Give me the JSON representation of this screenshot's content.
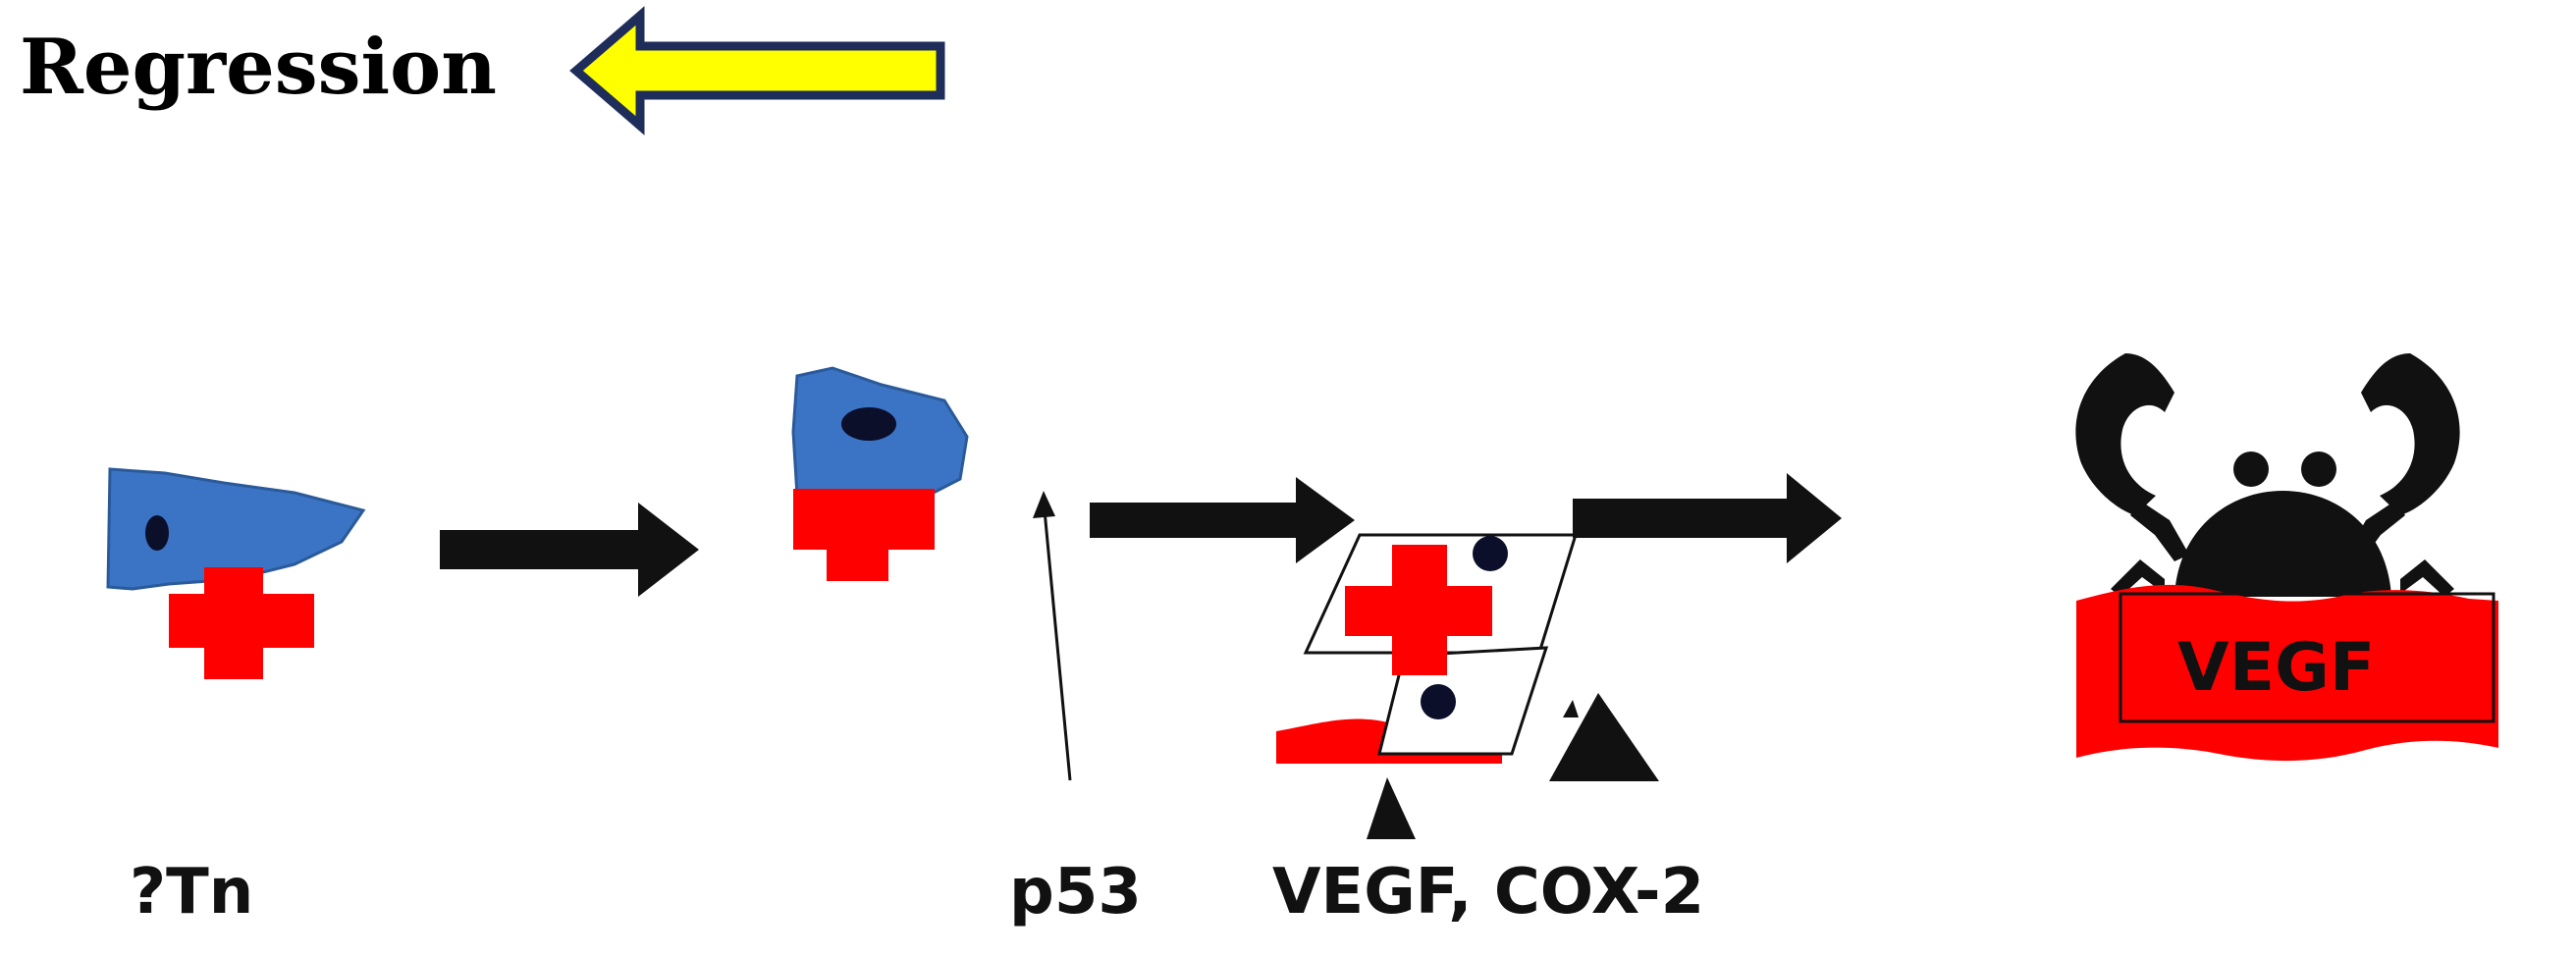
{
  "title": "Regression",
  "labels": {
    "stage1": "?Tn",
    "p53": "p53",
    "stage3": "VEGF, COX-2",
    "crab_banner": "VEGF"
  },
  "colors": {
    "regression_arrow_fill": "#ffff00",
    "regression_arrow_stroke": "#1f2d5a",
    "cell_blue": "#3b74c4",
    "nucleus": "#0b0f2a",
    "cross_red": "#ff0000",
    "arrow_black": "#111111",
    "crab_black": "#111111",
    "banner_red": "#ff0000"
  },
  "icons": {
    "regression_arrow": "left-arrow-icon",
    "cell": "cell-icon",
    "cross": "red-cross-icon",
    "crab": "cancer-crab-icon",
    "triangle": "triangle-icon"
  }
}
